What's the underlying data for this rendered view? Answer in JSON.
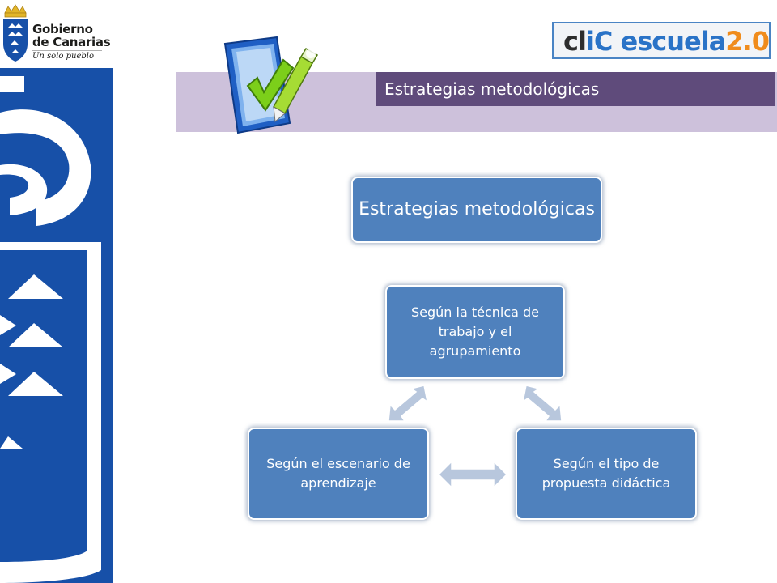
{
  "logo_gobierno": {
    "line1": "Gobierno",
    "line2": "de Canarias",
    "tagline": "Un solo pueblo"
  },
  "logo_clic": {
    "part1": "cl",
    "part2": "iC",
    "part3": " escuela",
    "part4": "2.0"
  },
  "header": {
    "title": "Estrategias metodológicas"
  },
  "diagram": {
    "main": "Estrategias metodológicas",
    "nodes": [
      {
        "label": "Según la técnica de trabajo  y el agrupamiento"
      },
      {
        "label": "Según el escenario de aprendizaje"
      },
      {
        "label": "Según el tipo de propuesta didáctica"
      }
    ]
  },
  "colors": {
    "band_blue": "#1750a8",
    "box_blue": "#4f81bd",
    "title_purple": "#5f4b7b",
    "strip_lilac": "#cdc1db",
    "arrow_fill": "#b8c7dd"
  }
}
